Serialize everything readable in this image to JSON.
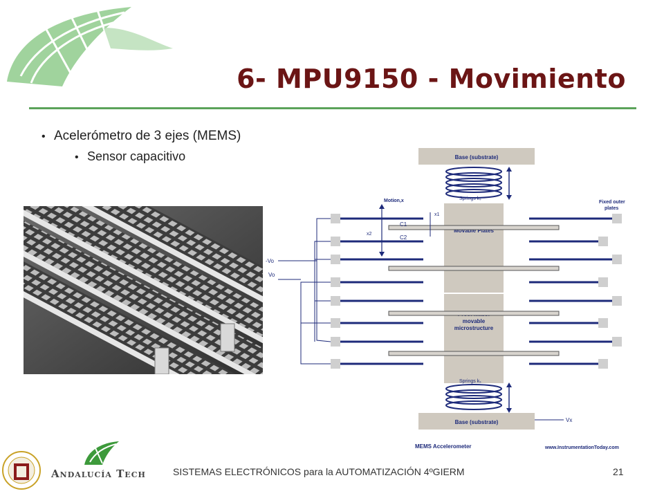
{
  "slide": {
    "title": "6- MPU9150 - Movimiento",
    "bullets": [
      "Acelerómetro de 3 ejes (MEMS)",
      "Sensor  capacitivo"
    ],
    "footer": "SISTEMAS ELECTRÓNICOS para la AUTOMATIZACIÓN 4ºGIERM",
    "page_number": "21",
    "brand": "Andalucía Tech",
    "colors": {
      "title": "#6b1515",
      "rule": "#5ba35a",
      "diagram_blue": "#1d2a7a",
      "substrate": "#cfc9bf"
    }
  },
  "diagram": {
    "base_top": "Base (substrate)",
    "base_bottom": "Base (substrate)",
    "springs_top": "Springs kₛ",
    "springs_bottom": "Springs kₛ",
    "movable_plates": "Movable Plates",
    "proof_mass": [
      "Proof mass:",
      "movable",
      "microstructure"
    ],
    "fixed_outer_plates": [
      "Fixed outer",
      "plates"
    ],
    "motion": "Motion,x",
    "x1": "x1",
    "x2": "x2",
    "c1": "C1",
    "c2": "C2",
    "neg_vo": "-Vo",
    "vo": "Vo",
    "vx": "Vx",
    "caption": "MEMS Accelerometer",
    "source": "www.InstrumentationToday.com"
  }
}
